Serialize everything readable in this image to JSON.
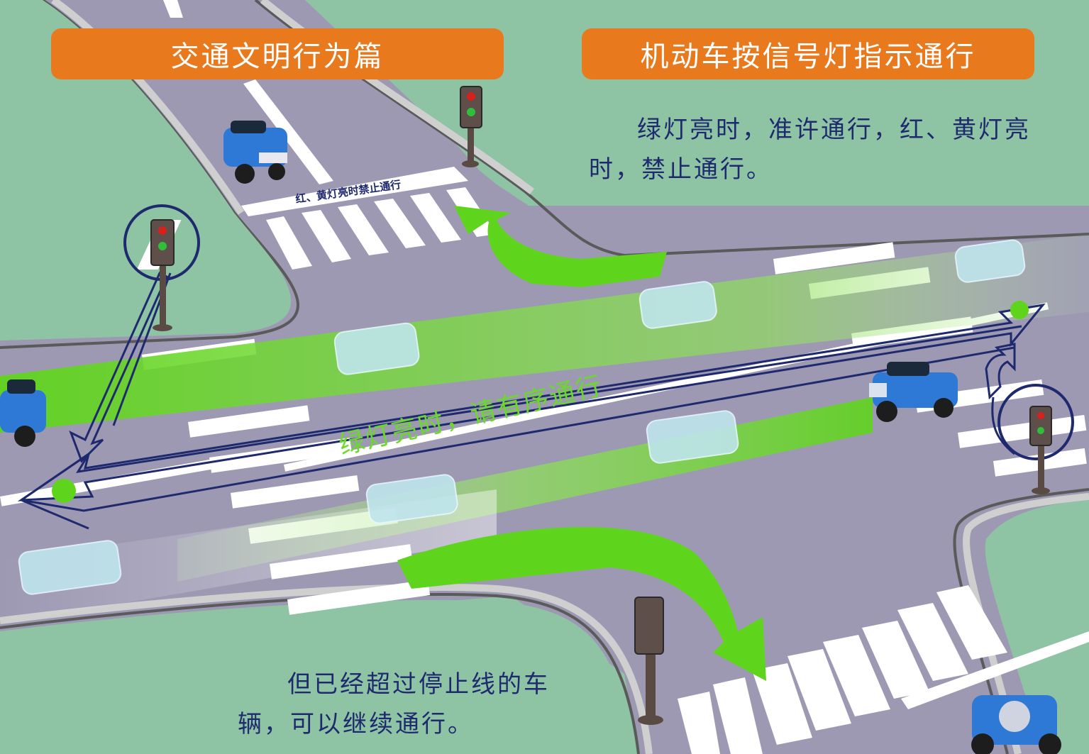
{
  "header": {
    "left_title": "交通文明行为篇",
    "right_title": "机动车按信号灯指示通行"
  },
  "notes": {
    "top_right": "绿灯亮时，准许通行，红、黄灯亮时，禁止通行。",
    "bottom": "但已经超过停止线的车辆，可以继续通行。"
  },
  "scene": {
    "crosswalk_label": "红、黄灯亮时禁止通行",
    "road_text": "绿灯亮时，请有序通行",
    "colors": {
      "grass": "#8ec4a4",
      "road": "#9d99b3",
      "banner": "#e8791c",
      "text": "#1f2a6e",
      "arrow_green": "#5fd41c",
      "signal_red": "#d8201c",
      "signal_green": "#2fbf3a",
      "car_blue": "#2f79d6"
    },
    "icons": [
      "traffic-light-icon",
      "car-icon",
      "direction-arrow-icon"
    ]
  }
}
